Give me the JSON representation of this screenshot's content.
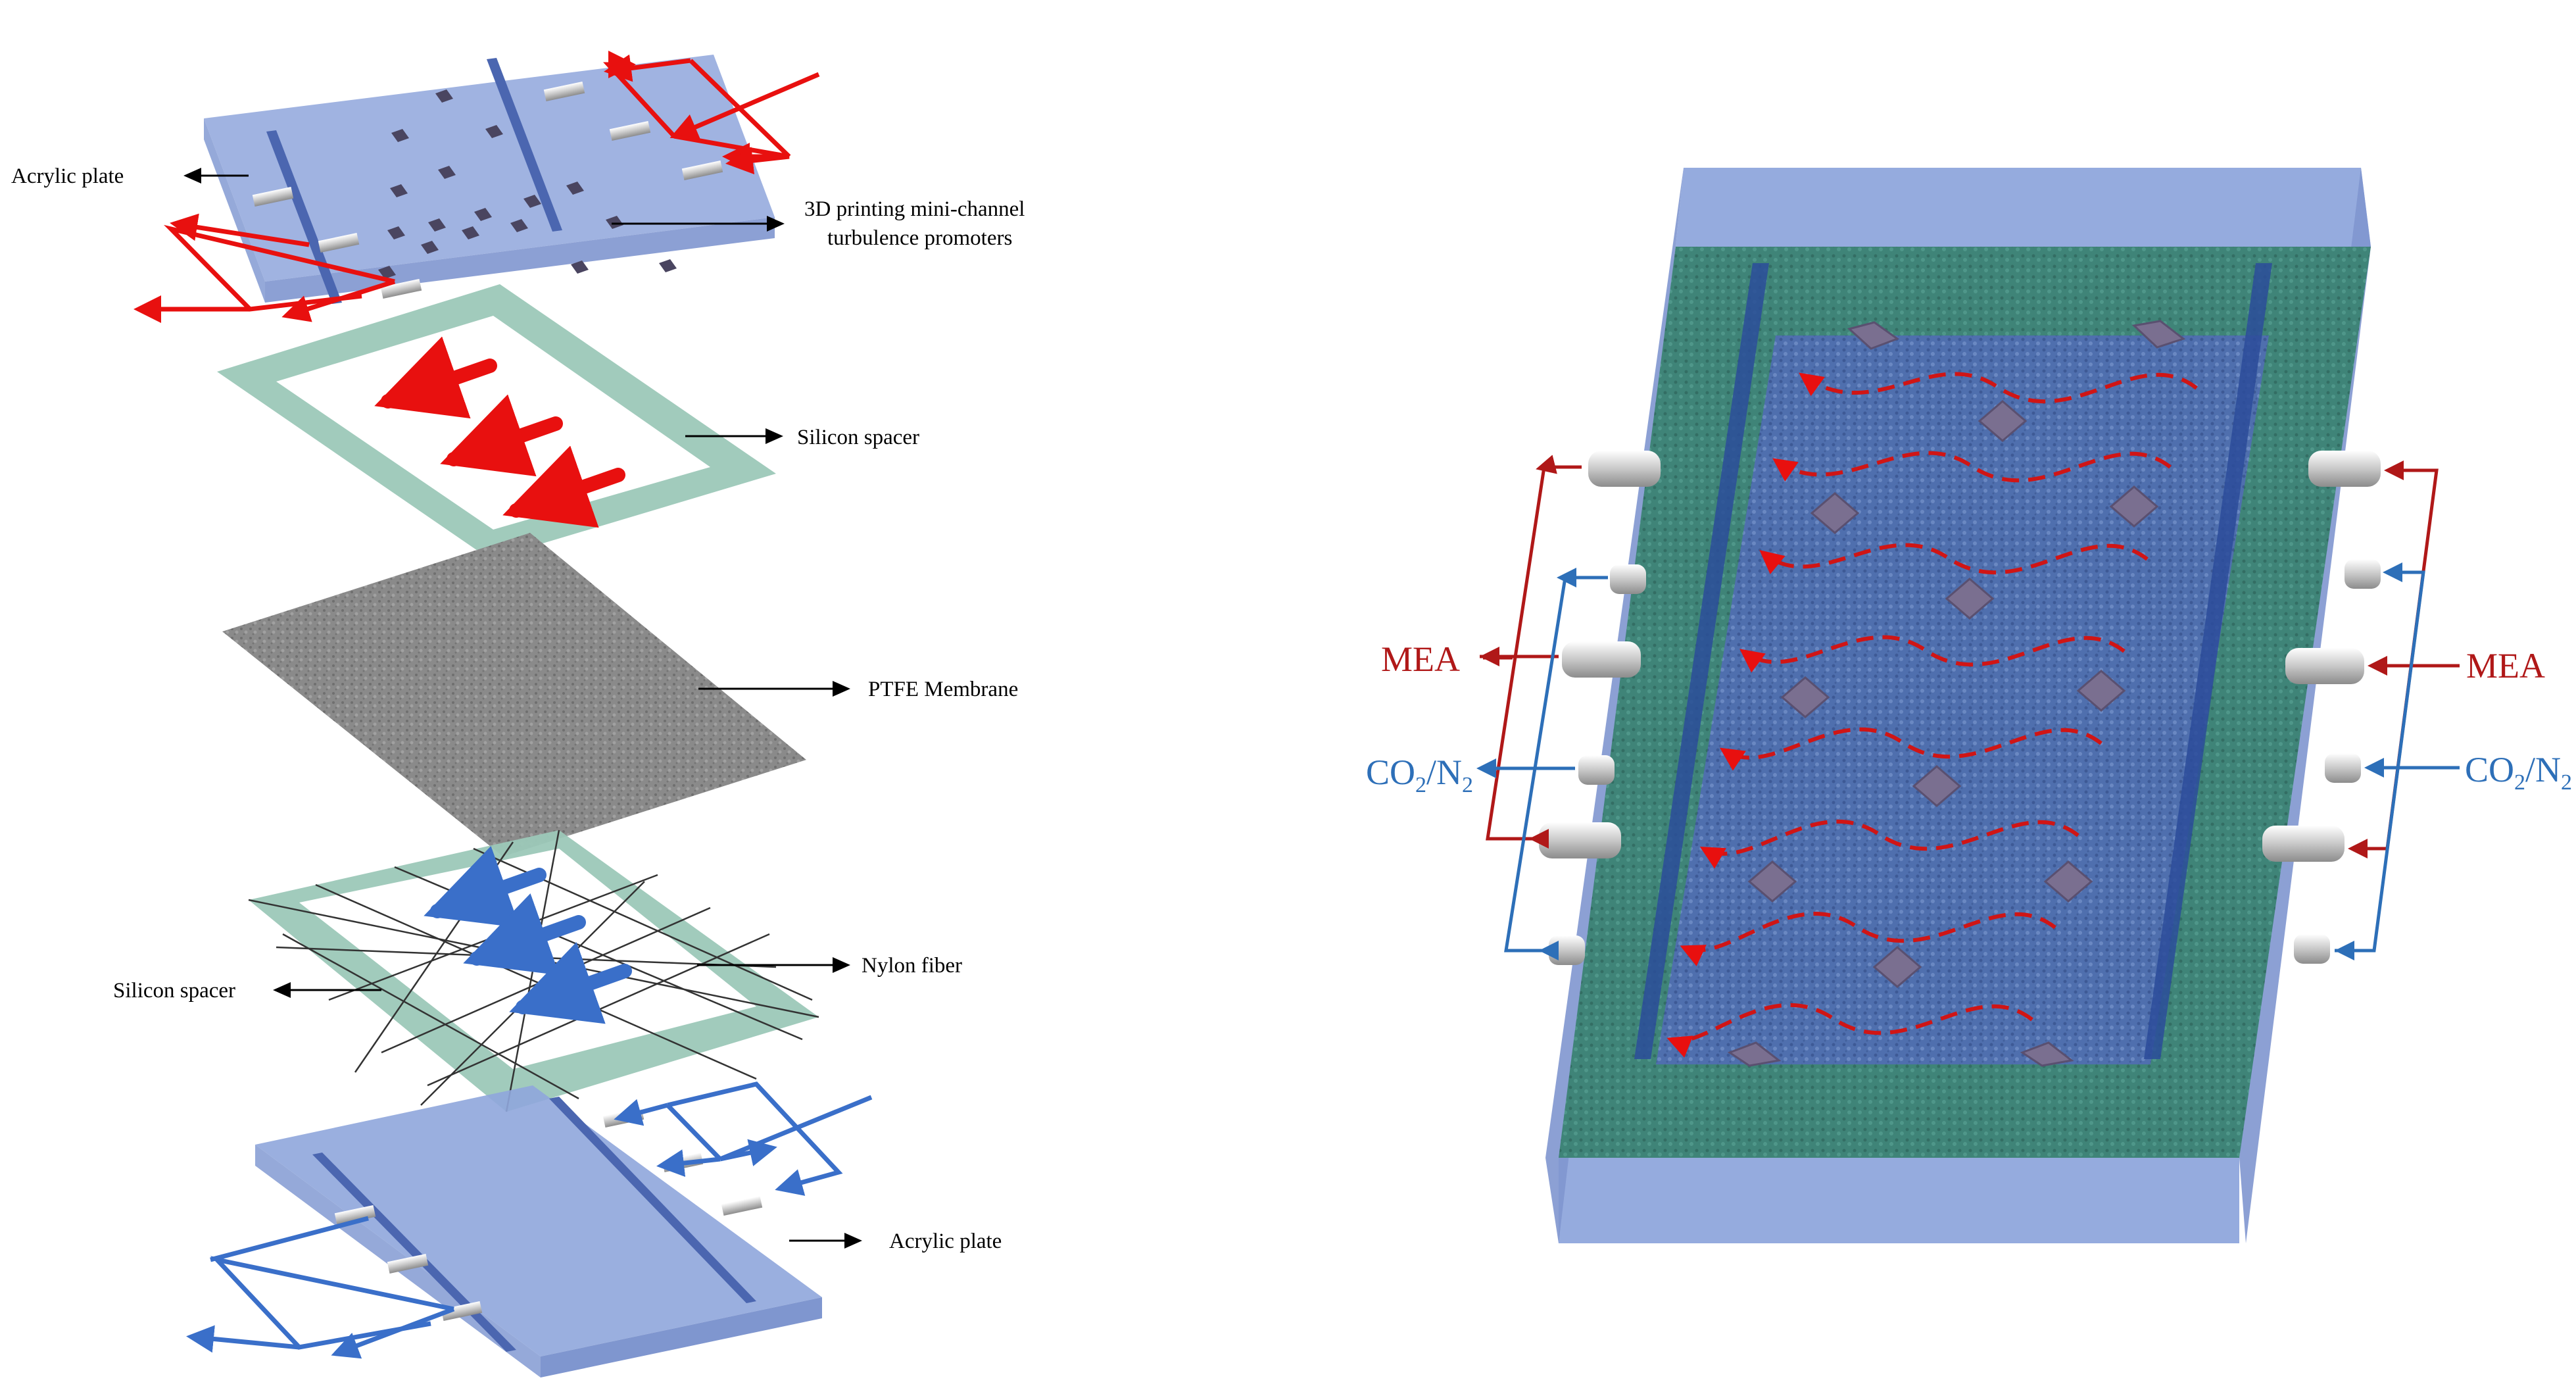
{
  "left_panel": {
    "labels": {
      "acrylic_plate_top": "Acrylic plate",
      "promoters_line1": "3D printing mini-channel",
      "promoters_line2": "turbulence promoters",
      "silicon_spacer_top": "Silicon spacer",
      "ptfe_membrane": "PTFE Membrane",
      "nylon_fiber": "Nylon fiber",
      "silicon_spacer_bottom": "Silicon spacer",
      "acrylic_plate_bottom": "Acrylic plate"
    }
  },
  "right_panel": {
    "labels": {
      "mea_left": "MEA",
      "gas_left": "CO",
      "gas_left_sub": "2",
      "gas_left_slash": "/N",
      "gas_left_sub2": "2",
      "mea_right": "MEA",
      "gas_right": "CO",
      "gas_right_sub": "2",
      "gas_right_slash": "/N",
      "gas_right_sub2": "2"
    }
  },
  "colors": {
    "liquid_flow": "#e8100f",
    "gas_flow": "#3a6fc9",
    "mea_label": "#b01818",
    "gas_label": "#2d6fb8",
    "acrylic": "#8fa6dc",
    "spacer": "#9cc8b8"
  }
}
